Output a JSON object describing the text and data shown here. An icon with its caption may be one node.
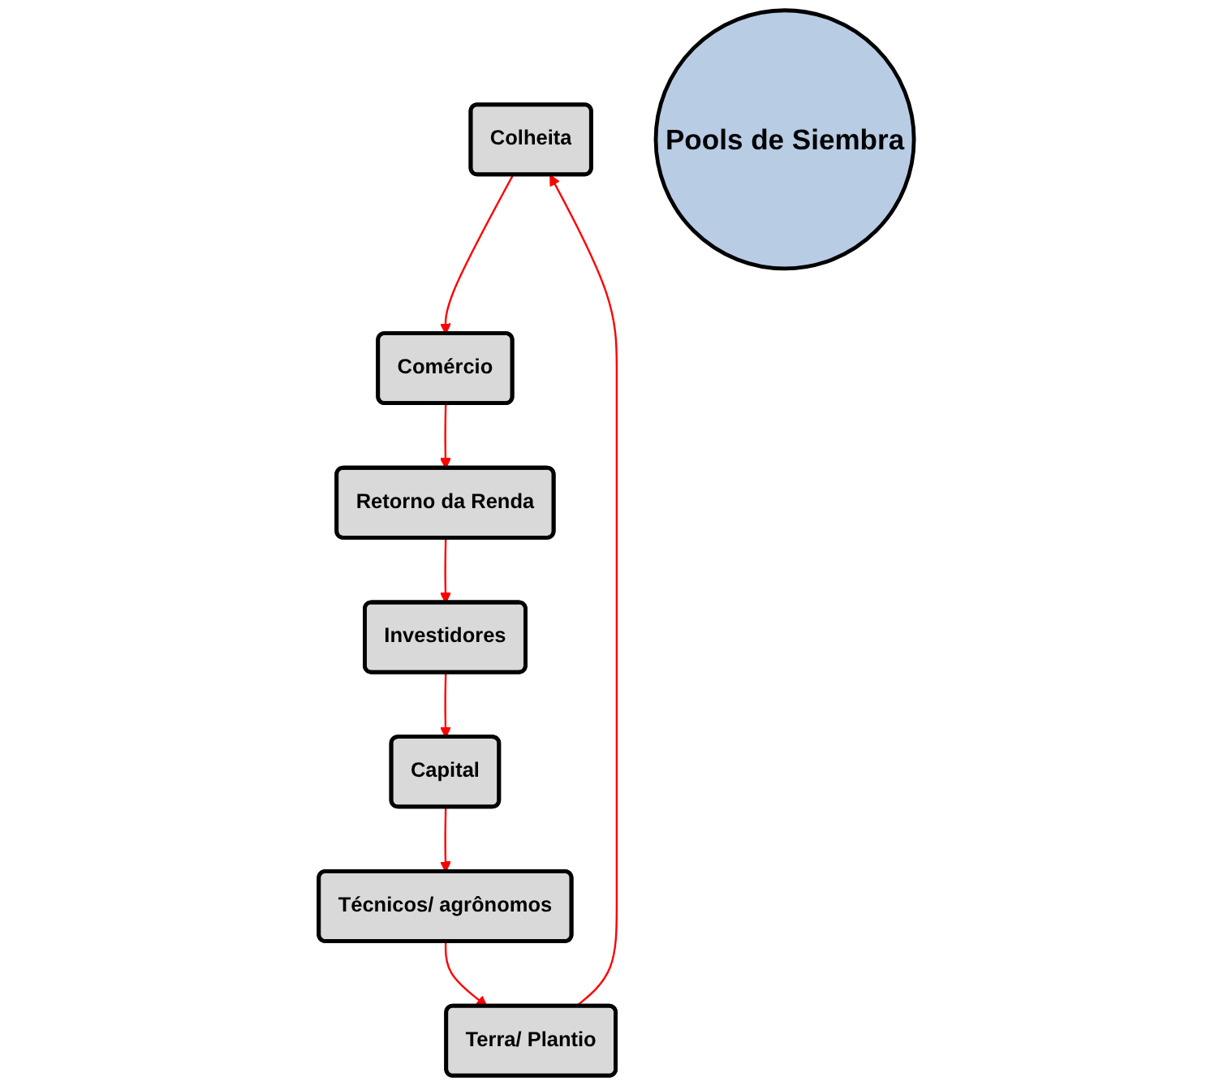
{
  "diagram": {
    "nodes": [
      {
        "text": [
          "Colheita"
        ]
      },
      {
        "text": [
          "Terra/ Plantio"
        ]
      },
      {
        "text": [
          "Comércio"
        ]
      },
      {
        "text": [
          "Pools de Siembra"
        ]
      },
      {
        "text": [
          "Técnicos/ agrônomos"
        ]
      },
      {
        "text": [
          "Retorno da Renda"
        ]
      },
      {
        "text": [
          "Capital"
        ]
      },
      {
        "text": [
          "Investidores"
        ]
      }
    ],
    "edges": [
      {
        "from": 0,
        "to": 2,
        "arrow": "to",
        "color": "#ff0000"
      },
      {
        "from": 2,
        "to": 5,
        "arrow": "to",
        "color": "#ff0000"
      },
      {
        "from": 5,
        "to": 7,
        "arrow": "to",
        "color": "#ff0000"
      },
      {
        "from": 7,
        "to": 6,
        "arrow": "to",
        "color": "#ff0000"
      },
      {
        "from": 6,
        "to": 4,
        "arrow": "to",
        "color": "#ff0000"
      },
      {
        "from": 4,
        "to": 1,
        "arrow": "to",
        "color": "#ff0000"
      },
      {
        "from": 1,
        "to": 0,
        "arrow": "to",
        "color": "#ff0000"
      }
    ]
  }
}
